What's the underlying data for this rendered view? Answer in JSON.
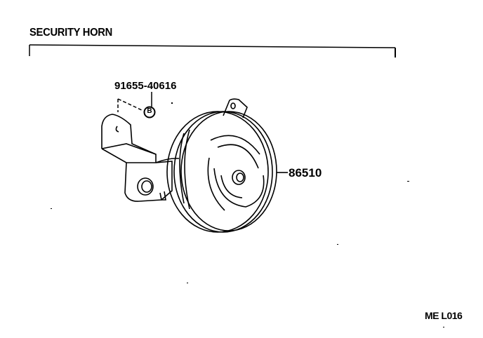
{
  "diagram": {
    "title": "SECURITY HORN",
    "parts": [
      {
        "number": "91655-40616",
        "description": "bolt",
        "marker": "B"
      },
      {
        "number": "86510",
        "description": "horn assembly"
      }
    ],
    "marker_label": "B",
    "figure_code": "ME L016",
    "colors": {
      "line": "#000000",
      "background": "#ffffff"
    }
  }
}
